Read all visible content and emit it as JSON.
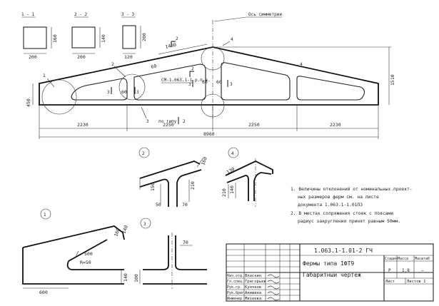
{
  "sections": {
    "s11": {
      "label": "1 - 1",
      "width": "200",
      "height": "160"
    },
    "s22": {
      "label": "2 - 2",
      "width": "200",
      "height": "140"
    },
    "s33": {
      "label": "3 - 3",
      "width": "120",
      "height": "200"
    }
  },
  "main_view": {
    "axis_label": "Ось симметрии",
    "dims": {
      "d1400": "1400",
      "d1510": "1510",
      "d450": "450",
      "d2230a": "2230",
      "d2250a": "2250",
      "d2250b": "2250",
      "d2230b": "2230",
      "total": "8960",
      "d60a": "60",
      "d60b": "60",
      "d60c": "60",
      "d60d": "60"
    },
    "callouts": {
      "c1": "1",
      "c2": "2",
      "c3": "3",
      "c4": "4"
    },
    "cut_marks": {
      "c2a": "2",
      "c2b": "2",
      "c3a": "3",
      "c3b": "3",
      "c3c": "3",
      "c3d": "3",
      "c1a": "1",
      "c1b": "1"
    },
    "plate_label": "СМ-1.063.1-1 р.п.э.",
    "rib_label": "3",
    "typ_label": "по типу",
    "typ_mark": "2",
    "side_mark": "4"
  },
  "details": {
    "n2": {
      "mark": "2",
      "d150": "150",
      "d210": "210",
      "d50": "50",
      "d70": "70",
      "d160": "160"
    },
    "n4": {
      "mark": "4",
      "d210": "210",
      "d140": "140",
      "d130": "130"
    },
    "n1": {
      "mark": "1",
      "d500": "500",
      "r50": "R=50",
      "d140": "140",
      "d600": "600",
      "d160": "160",
      "d140b": "140"
    },
    "n3": {
      "mark": "3",
      "d70": "70",
      "d100": "100"
    }
  },
  "notes": [
    "1. Величины отклонений от номинальных проект-",
    "ных размеров ферм см. на листе",
    "документа 1.063.1-1.01ПЗ",
    "2. В местах сопряжения стоек с поясами",
    "радиус закругления принят равным 50мм."
  ],
  "stamp": {
    "code": "1.063.1-1.01-2 ГЧ",
    "title1": "Фермы типа 1ФТ9",
    "title2": "Габаритный чертеж",
    "stage_h": "Стадия",
    "mass_h": "Масса",
    "scale_h": "Масштаб",
    "stage": "Р",
    "mass": "1,8",
    "scale": "—",
    "sheet_h": "Лист",
    "sheets_h": "Листов 1",
    "people": [
      {
        "role": "Нач.отд.",
        "name": "Власкин"
      },
      {
        "role": "Гл.спец.",
        "name": "Григорьев"
      },
      {
        "role": "Рук.гр.",
        "name": "Кунчков"
      },
      {
        "role": "Рук.бриг.",
        "name": "Анишина"
      },
      {
        "role": "Инженер",
        "name": "Михеева"
      }
    ]
  }
}
